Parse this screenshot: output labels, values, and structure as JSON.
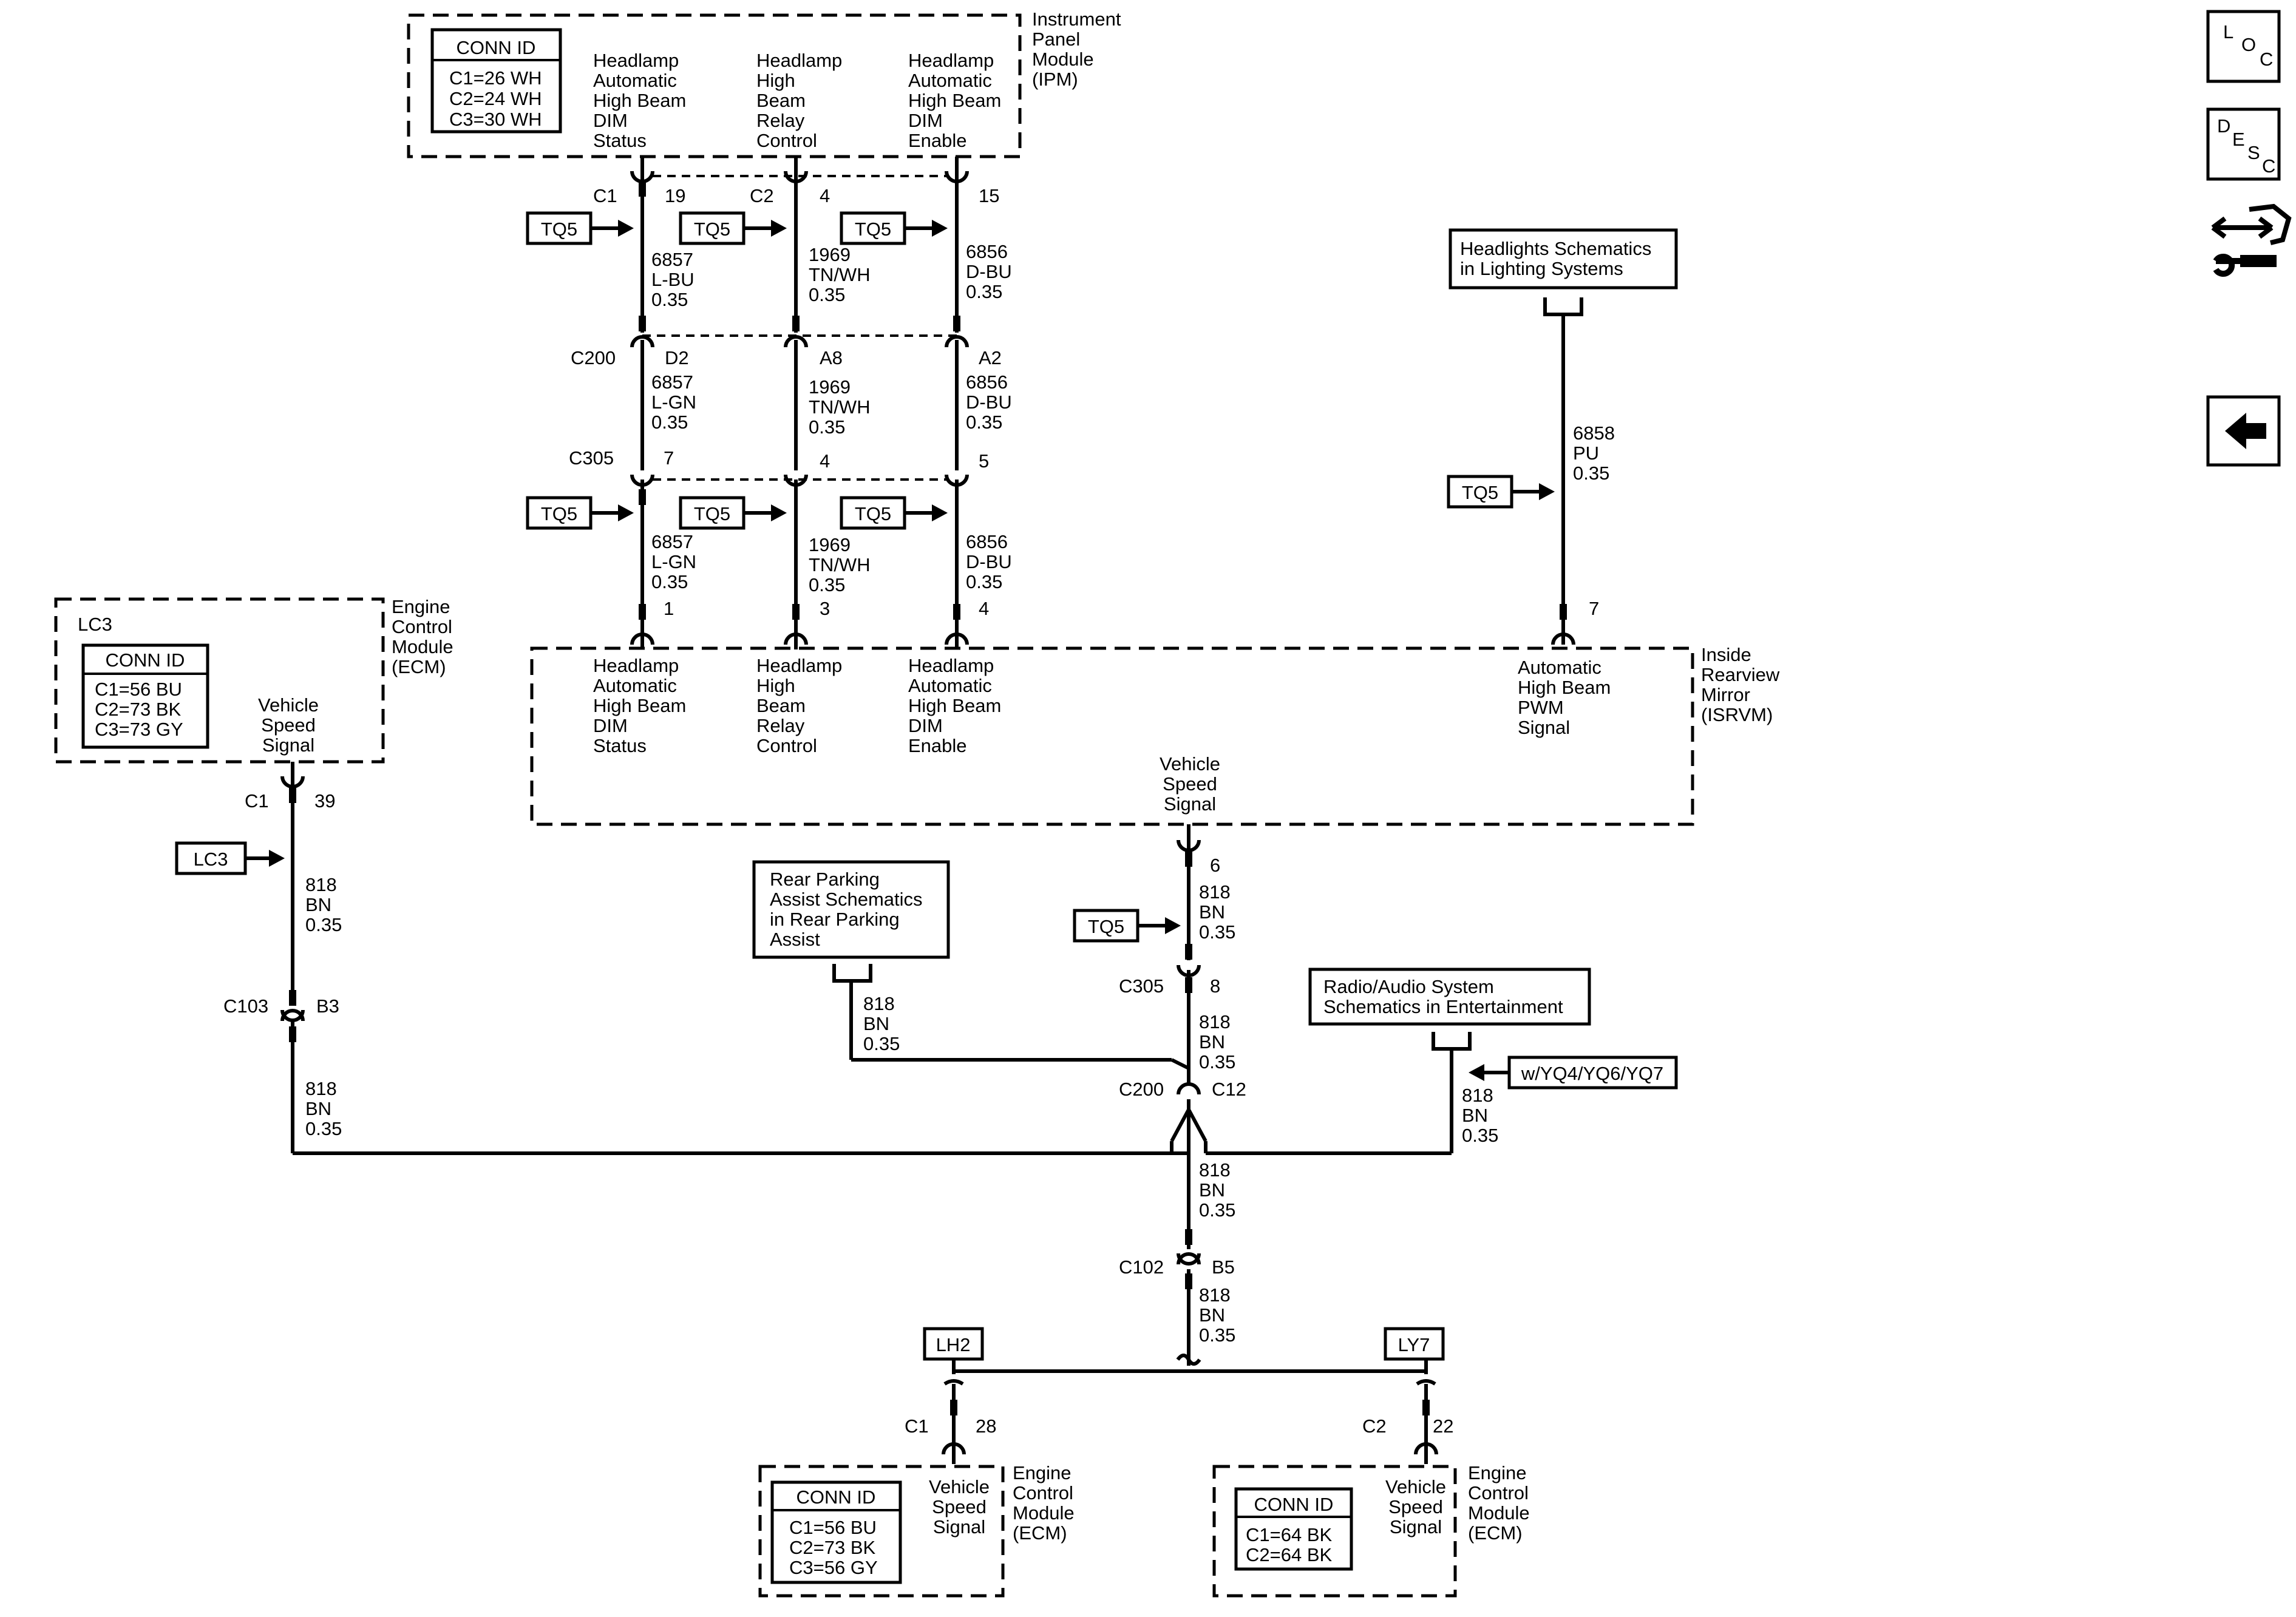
{
  "ipm": {
    "title": [
      "Instrument",
      "Panel",
      "Module",
      "(IPM)"
    ],
    "conn_header": "CONN ID",
    "conn": [
      "C1=26 WH",
      "C2=24 WH",
      "C3=30 WH"
    ],
    "pins": [
      [
        "Headlamp",
        "Automatic",
        "High Beam",
        "DIM",
        "Status"
      ],
      [
        "Headlamp",
        "High",
        "Beam",
        "Relay",
        "Control"
      ],
      [
        "Headlamp",
        "Automatic",
        "High Beam",
        "DIM",
        "Enable"
      ]
    ]
  },
  "isrvm": {
    "title": [
      "Inside",
      "Rearview",
      "Mirror",
      "(ISRVM)"
    ],
    "pins": [
      [
        "Headlamp",
        "Automatic",
        "High Beam",
        "DIM",
        "Status"
      ],
      [
        "Headlamp",
        "High",
        "Beam",
        "Relay",
        "Control"
      ],
      [
        "Headlamp",
        "Automatic",
        "High Beam",
        "DIM",
        "Enable"
      ],
      [
        "Automatic",
        "High Beam",
        "PWM",
        "Signal"
      ]
    ],
    "vss": [
      "Vehicle",
      "Speed",
      "Signal"
    ]
  },
  "ecm_lc3": {
    "option": "LC3",
    "title": [
      "Engine",
      "Control",
      "Module",
      "(ECM)"
    ],
    "conn_header": "CONN ID",
    "conn": [
      "C1=56 BU",
      "C2=73 BK",
      "C3=73 GY"
    ],
    "signal": [
      "Vehicle",
      "Speed",
      "Signal"
    ],
    "conn_label": "C1",
    "pin": "39"
  },
  "ecm_lh2": {
    "title": [
      "Engine",
      "Control",
      "Module",
      "(ECM)"
    ],
    "conn_header": "CONN ID",
    "conn": [
      "C1=56 BU",
      "C2=73 BK",
      "C3=56 GY"
    ],
    "signal": [
      "Vehicle",
      "Speed",
      "Signal"
    ],
    "conn_label": "C1",
    "pin": "28"
  },
  "ecm_ly7": {
    "title": [
      "Engine",
      "Control",
      "Module",
      "(ECM)"
    ],
    "conn_header": "CONN ID",
    "conn": [
      "C1=64 BK",
      "C2=64 BK"
    ],
    "signal": [
      "Vehicle",
      "Speed",
      "Signal"
    ],
    "conn_label": "C2",
    "pin": "22"
  },
  "ipm_conn": {
    "c1": "C1",
    "p1": "19",
    "c2": "C2",
    "p2": "4",
    "p3": "15"
  },
  "wires": {
    "w1a": [
      "6857",
      "L-BU",
      "0.35"
    ],
    "w2a": [
      "1969",
      "TN/WH",
      "0.35"
    ],
    "w3a": [
      "6856",
      "D-BU",
      "0.35"
    ],
    "w1b": [
      "6857",
      "L-GN",
      "0.35"
    ],
    "w2b": [
      "1969",
      "TN/WH",
      "0.35"
    ],
    "w3b": [
      "6856",
      "D-BU",
      "0.35"
    ],
    "w1c": [
      "6857",
      "L-GN",
      "0.35"
    ],
    "w2c": [
      "1969",
      "TN/WH",
      "0.35"
    ],
    "w3c": [
      "6856",
      "D-BU",
      "0.35"
    ],
    "w_pu": [
      "6858",
      "PU",
      "0.35"
    ],
    "w_lc3_top": [
      "818",
      "BN",
      "0.35"
    ],
    "w_lc3_bot": [
      "818",
      "BN",
      "0.35"
    ],
    "w_vss1": [
      "818",
      "BN",
      "0.35"
    ],
    "w_vss2": [
      "818",
      "BN",
      "0.35"
    ],
    "w_rpa": [
      "818",
      "BN",
      "0.35"
    ],
    "w_radio": [
      "818",
      "BN",
      "0.35"
    ],
    "w_mid": [
      "818",
      "BN",
      "0.35"
    ],
    "w_low": [
      "818",
      "BN",
      "0.35"
    ]
  },
  "c200_top": {
    "conn": "C200",
    "p1": "D2",
    "p2": "A8",
    "p3": "A2"
  },
  "c305_top": {
    "conn": "C305",
    "p1": "7",
    "p2": "4",
    "p3": "5"
  },
  "isrvm_pins": {
    "p1": "1",
    "p2": "3",
    "p3": "4",
    "p4": "7",
    "p_vss": "6"
  },
  "c305_vss": {
    "conn": "C305",
    "pin": "8"
  },
  "c200_vss": {
    "conn": "C200",
    "pin": "C12"
  },
  "c103": {
    "conn": "C103",
    "pin": "B3"
  },
  "c102": {
    "conn": "C102",
    "pin": "B5"
  },
  "tags": {
    "tq5": "TQ5",
    "lc3": "LC3",
    "lh2": "LH2",
    "ly7": "LY7",
    "yq": "w/YQ4/YQ6/YQ7"
  },
  "refs": {
    "headlights": [
      "Headlights Schematics",
      "in Lighting Systems"
    ],
    "rpa": [
      "Rear Parking",
      "Assist Schematics",
      "in Rear Parking",
      "Assist"
    ],
    "radio": [
      "Radio/Audio System",
      "Schematics in Entertainment"
    ]
  },
  "nav": {
    "loc": [
      "L",
      "O",
      "C"
    ],
    "desc": [
      "D",
      "E",
      "S",
      "C"
    ]
  }
}
